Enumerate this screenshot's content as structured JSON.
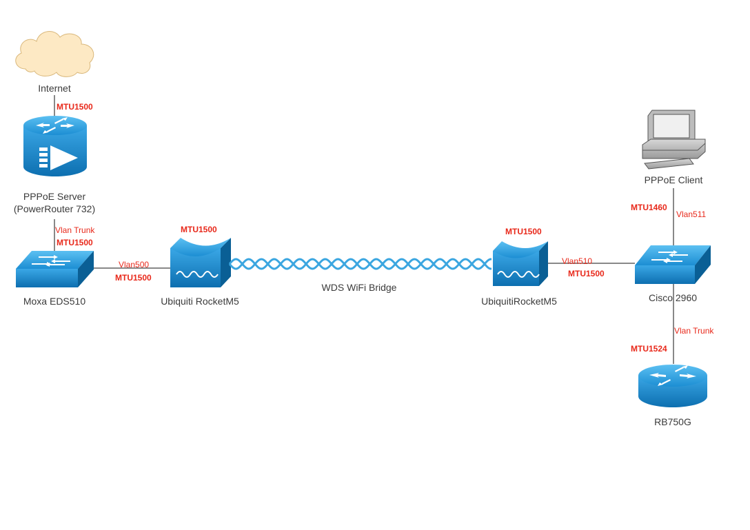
{
  "nodes": {
    "internet": "Internet",
    "pppoe_server_line1": "PPPoE Server",
    "pppoe_server_line2": "(PowerRouter 732)",
    "moxa": "Moxa EDS510",
    "rocket_left": "Ubiquiti RocketM5",
    "wifi_bridge": "WDS WiFi Bridge",
    "rocket_right": "UbiquitiRocketM5",
    "cisco": "Cisco 2960",
    "pppoe_client": "PPPoE Client",
    "rb750g": "RB750G"
  },
  "labels": {
    "mtu_internet": "MTU1500",
    "vlan_trunk_server": "Vlan Trunk",
    "mtu_server_moxa": "MTU1500",
    "vlan500": "Vlan500",
    "mtu_moxa_rocket": "MTU1500",
    "mtu_rocket_left": "MTU1500",
    "mtu_rocket_right": "MTU1500",
    "vlan510": "Vlan510",
    "mtu_rocket_cisco": "MTU1500",
    "mtu_client": "MTU1460",
    "vlan511": "Vlan511",
    "vlan_trunk_rb": "Vlan Trunk",
    "mtu_rb": "MTU1524"
  },
  "colors": {
    "device_blue": "#1786c8",
    "device_dark": "#0a5f95",
    "device_light": "#4db3ec",
    "cloud_fill": "#fde9c4",
    "cloud_stroke": "#d9b77a",
    "label_red": "#e8281a",
    "wave_blue": "#3ba6e0"
  },
  "icons": {
    "cloud": "cloud-icon",
    "server": "pppoe-server-icon",
    "switch": "switch-icon",
    "antenna": "wireless-bridge-icon",
    "pc": "workstation-icon",
    "router": "router-icon"
  }
}
